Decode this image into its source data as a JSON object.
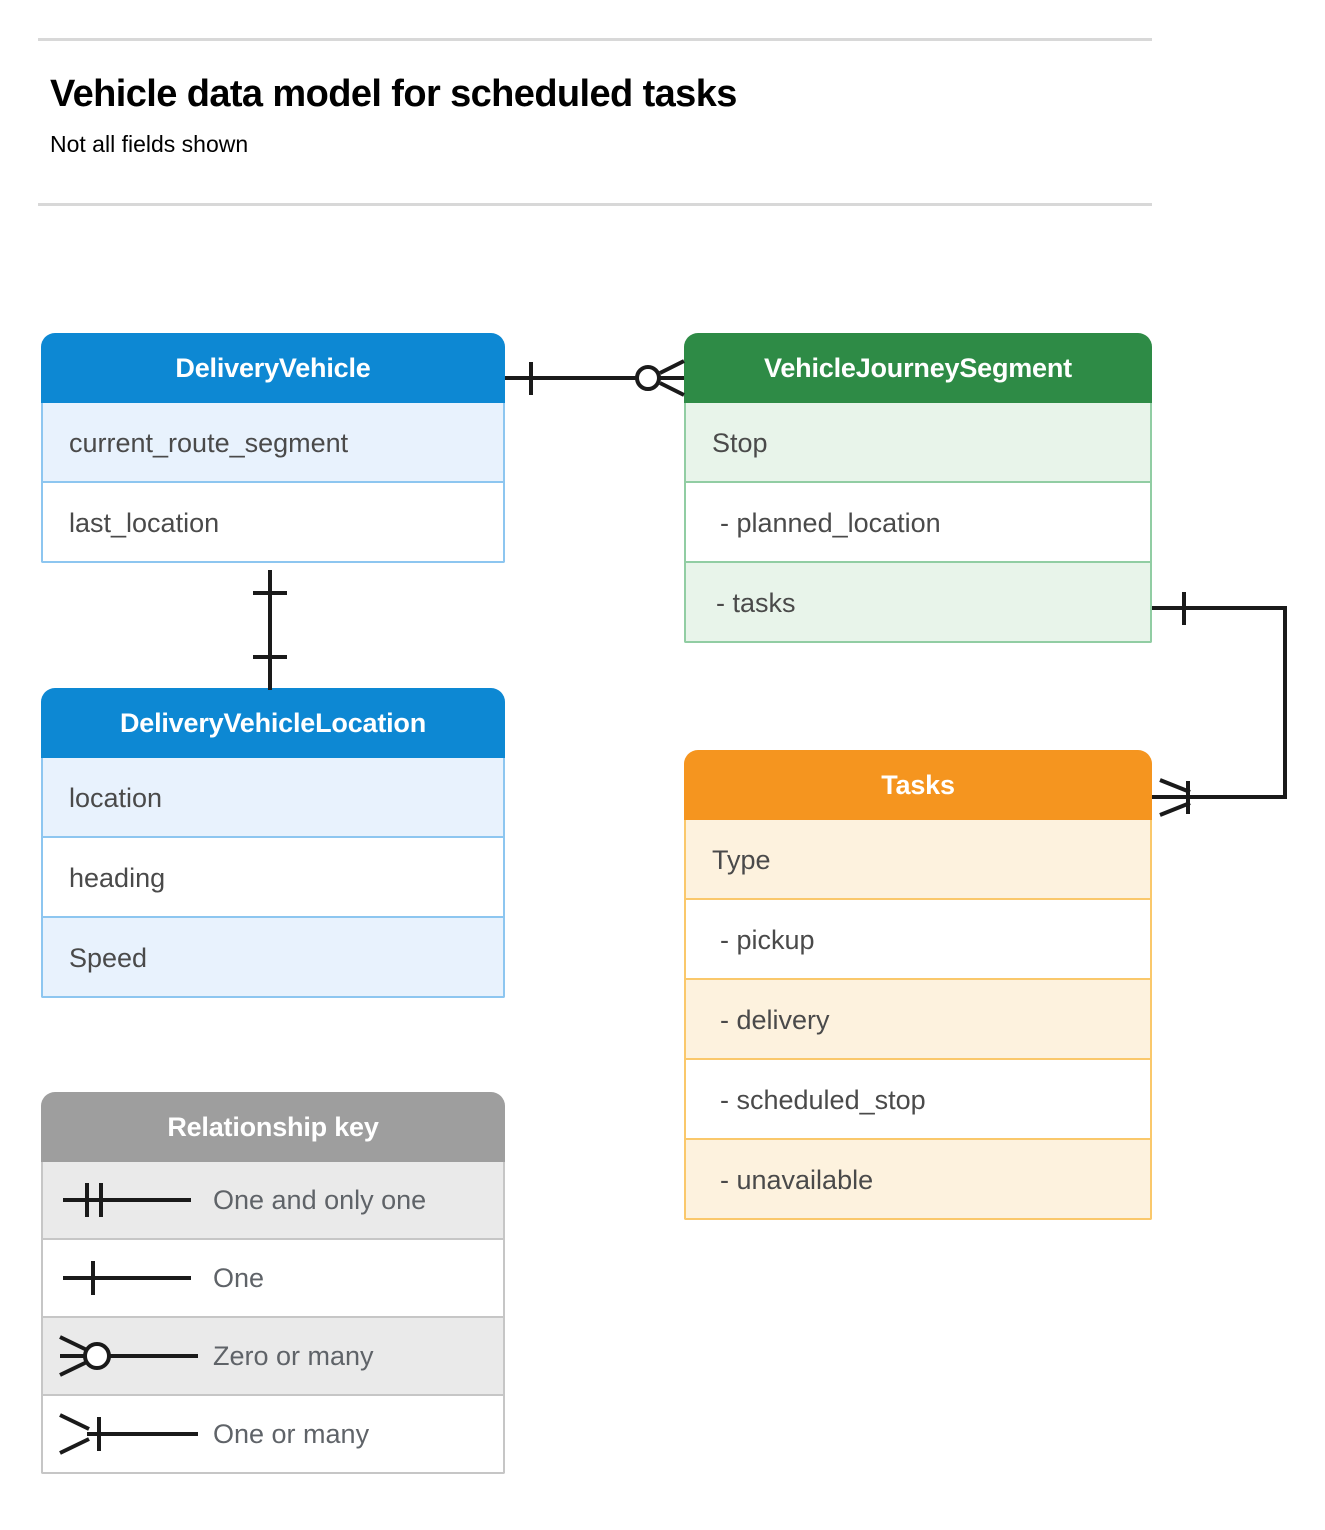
{
  "header": {
    "title": "Vehicle data model for scheduled tasks",
    "subtitle": "Not all fields shown"
  },
  "entities": [
    {
      "id": "delivery-vehicle",
      "name": "DeliveryVehicle",
      "color": "#0d88d3",
      "fields": [
        "current_route_segment",
        "last_location"
      ]
    },
    {
      "id": "delivery-vehicle-location",
      "name": "DeliveryVehicleLocation",
      "color": "#0d88d3",
      "fields": [
        "location",
        "heading",
        "Speed"
      ]
    },
    {
      "id": "vehicle-journey-segment",
      "name": "VehicleJourneySegment",
      "color": "#2e8b46",
      "fields": [
        "Stop",
        "-  planned_location",
        "- tasks"
      ]
    },
    {
      "id": "tasks",
      "name": "Tasks",
      "color": "#f5951f",
      "fields": [
        "Type",
        "-  pickup",
        "-  delivery",
        "-  scheduled_stop",
        "-  unavailable"
      ]
    }
  ],
  "relationship_key": {
    "title": "Relationship key",
    "color": "#9e9e9e",
    "rows": [
      {
        "symbol": "one-and-only-one",
        "label": "One and only one"
      },
      {
        "symbol": "one",
        "label": "One"
      },
      {
        "symbol": "zero-or-many",
        "label": "Zero or many"
      },
      {
        "symbol": "one-or-many",
        "label": "One or many"
      }
    ]
  },
  "relationships": [
    {
      "id": "vehicle-to-journey-segment",
      "from": "DeliveryVehicle",
      "from_cardinality": "One",
      "to": "VehicleJourneySegment",
      "to_cardinality": "Zero or many"
    },
    {
      "id": "vehicle-to-vehicle-location",
      "from": "DeliveryVehicle",
      "from_cardinality": "One",
      "to": "DeliveryVehicleLocation",
      "to_cardinality": "One"
    },
    {
      "id": "journey-segment-tasks-to-tasks",
      "from": "VehicleJourneySegment.tasks",
      "from_cardinality": "One",
      "to": "Tasks",
      "to_cardinality": "One or many"
    }
  ]
}
